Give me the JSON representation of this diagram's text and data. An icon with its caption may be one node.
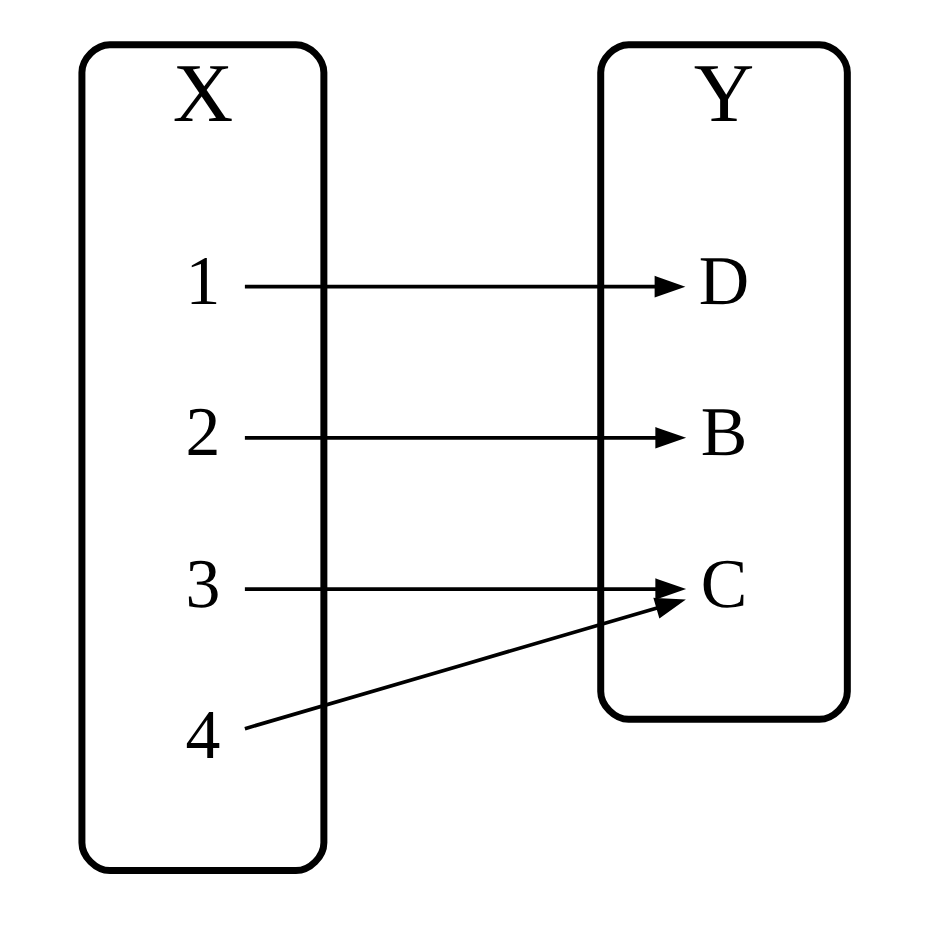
{
  "diagram": {
    "nodes": [
      {
        "text": [
          "X"
        ]
      },
      {
        "text": [
          "1"
        ],
        "in": 0
      },
      {
        "text": [
          "2"
        ],
        "in": 0
      },
      {
        "text": [
          "3"
        ],
        "in": 0
      },
      {
        "text": [
          "4"
        ],
        "in": 0
      },
      {
        "text": [
          "Y"
        ]
      },
      {
        "text": [
          "D"
        ],
        "in": 5
      },
      {
        "text": [
          "B"
        ],
        "in": 5
      },
      {
        "text": [
          "C"
        ],
        "in": 5
      }
    ],
    "edges": [
      {
        "from": 1,
        "to": 6,
        "arrow": "to"
      },
      {
        "from": 2,
        "to": 7,
        "arrow": "to"
      },
      {
        "from": 3,
        "to": 8,
        "arrow": "to"
      },
      {
        "from": 4,
        "to": 8,
        "arrow": "to"
      }
    ]
  }
}
